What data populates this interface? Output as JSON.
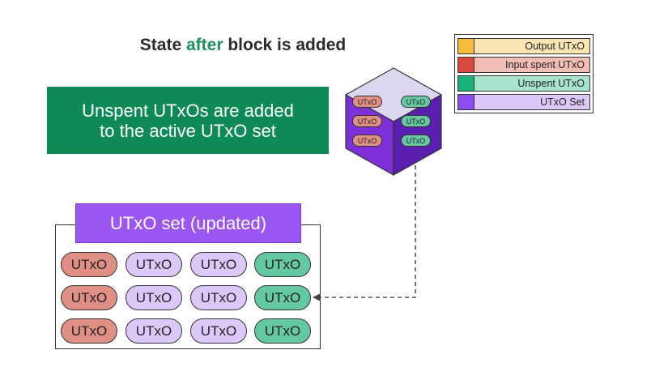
{
  "title": {
    "part1": "State",
    "part2": "after",
    "part3": "block is added"
  },
  "note": {
    "line1": "Unspent UTxOs are added",
    "line2": "to the active UTxO set"
  },
  "utxo_set": {
    "header": "UTxO set (updated)",
    "rows": [
      [
        {
          "label": "UTxO",
          "kind": "input-spent"
        },
        {
          "label": "UTxO",
          "kind": "set"
        },
        {
          "label": "UTxO",
          "kind": "set"
        },
        {
          "label": "UTxO",
          "kind": "unspent"
        }
      ],
      [
        {
          "label": "UTxO",
          "kind": "input-spent"
        },
        {
          "label": "UTxO",
          "kind": "set"
        },
        {
          "label": "UTxO",
          "kind": "set"
        },
        {
          "label": "UTxO",
          "kind": "unspent"
        }
      ],
      [
        {
          "label": "UTxO",
          "kind": "input-spent"
        },
        {
          "label": "UTxO",
          "kind": "set"
        },
        {
          "label": "UTxO",
          "kind": "set"
        },
        {
          "label": "UTxO",
          "kind": "unspent"
        }
      ]
    ]
  },
  "block": {
    "left_pills": [
      "UTxO",
      "UTxO",
      "UTxO"
    ],
    "right_pills": [
      "UTxO",
      "UTxO",
      "UTxO"
    ]
  },
  "legend": [
    {
      "label": "Output UTxO",
      "swatch": "#f4bc3a",
      "fill": "#fbe5b5"
    },
    {
      "label": "Input spent UTxO",
      "swatch": "#d9493a",
      "fill": "#f2bdb5"
    },
    {
      "label": "Unspent UTxO",
      "swatch": "#17b37a",
      "fill": "#a8e4cd"
    },
    {
      "label": "UTxO Set",
      "swatch": "#8c4cf0",
      "fill": "#dcc9fa"
    }
  ],
  "colors": {
    "note_bg": "#0e8a57",
    "header_bg": "#9b55f0",
    "accent_text": "#1e8f5c",
    "pill_input_spent": "#df8f83",
    "pill_set": "#dcc9fa",
    "pill_unspent": "#64c8a2",
    "cube_top": "#ddd6f2",
    "cube_side": "#7d2fd8"
  }
}
